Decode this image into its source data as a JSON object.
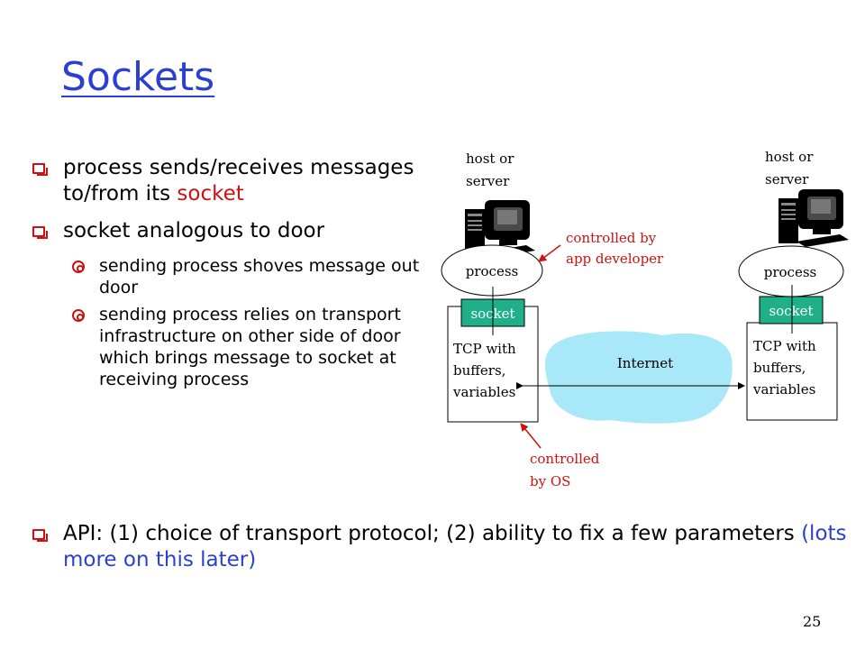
{
  "slide": {
    "title": "Sockets",
    "page_number": "25"
  },
  "bullets": {
    "b1_text": "process sends/receives messages to/from its ",
    "b1_highlight": "socket",
    "b2_text": "socket analogous to door",
    "sub1": "sending process shoves message out door",
    "sub2": "sending process relies on transport infrastructure on other side of door which brings message to socket at receiving process",
    "b3_text": "API: (1) choice of transport protocol; (2) ability to fix a few parameters ",
    "b3_highlight": "(lots more on  this later)"
  },
  "diagram": {
    "left_host_label": [
      "host or",
      "server"
    ],
    "right_host_label": [
      "host or",
      "server"
    ],
    "process_label": "process",
    "socket_label": "socket",
    "tcp_label": [
      "TCP with",
      "buffers,",
      "variables"
    ],
    "internet_label": "Internet",
    "app_dev_label": [
      "controlled by",
      "app developer"
    ],
    "os_label": [
      "controlled",
      "by OS"
    ]
  },
  "colors": {
    "title": "#2b3fd0",
    "accent_red": "#d01010",
    "socket_fill": "#1fb08a",
    "internet_fill": "#a8e8f8"
  }
}
